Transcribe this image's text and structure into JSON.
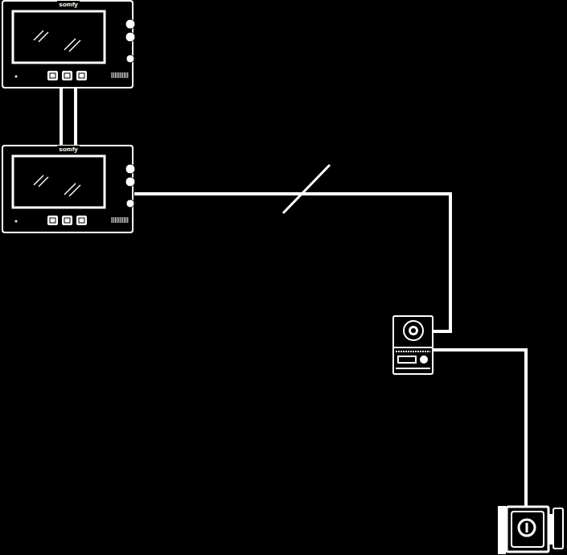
{
  "diagram": {
    "nodes": [
      {
        "text": [
          "somfy"
        ]
      },
      {
        "text": [
          "somfy"
        ]
      }
    ],
    "edges": [
      {
        "from": 0,
        "to": 1,
        "arrow": "none"
      }
    ]
  }
}
